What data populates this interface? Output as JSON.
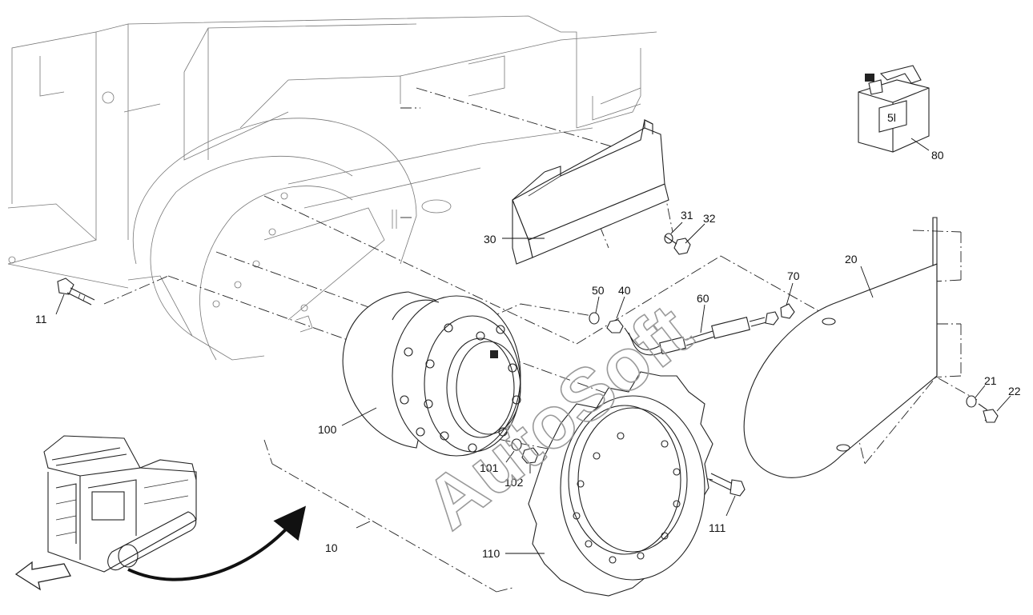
{
  "watermark": "AutoSoft",
  "jug_label": "5l",
  "callouts": [
    {
      "id": "c10",
      "text": "10"
    },
    {
      "id": "c11",
      "text": "11"
    },
    {
      "id": "c20",
      "text": "20"
    },
    {
      "id": "c21",
      "text": "21"
    },
    {
      "id": "c22",
      "text": "22"
    },
    {
      "id": "c30",
      "text": "30"
    },
    {
      "id": "c31",
      "text": "31"
    },
    {
      "id": "c32",
      "text": "32"
    },
    {
      "id": "c40",
      "text": "40"
    },
    {
      "id": "c50",
      "text": "50"
    },
    {
      "id": "c60",
      "text": "60"
    },
    {
      "id": "c70",
      "text": "70"
    },
    {
      "id": "c80",
      "text": "80"
    },
    {
      "id": "c100",
      "text": "100"
    },
    {
      "id": "c101",
      "text": "101"
    },
    {
      "id": "c102",
      "text": "102"
    },
    {
      "id": "c110",
      "text": "110"
    },
    {
      "id": "c111",
      "text": "111"
    }
  ]
}
